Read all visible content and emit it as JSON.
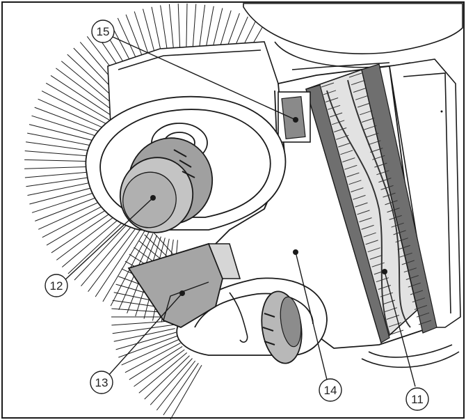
{
  "diagram": {
    "callouts": [
      {
        "id": "c15",
        "label": "15"
      },
      {
        "id": "c12",
        "label": "12"
      },
      {
        "id": "c13",
        "label": "13"
      },
      {
        "id": "c14",
        "label": "14"
      },
      {
        "id": "c11",
        "label": "11"
      }
    ],
    "colors": {
      "line": "#1a1a1a",
      "fill_gray": "#a8a8a8",
      "fill_dark": "#6f6f6f",
      "fill_light": "#d6d6d6",
      "background": "#ffffff"
    }
  }
}
